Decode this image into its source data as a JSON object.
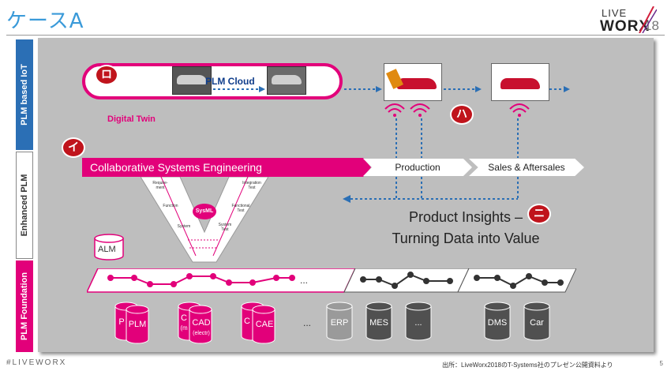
{
  "slide": {
    "title": "ケースA",
    "footer_tag": "#LIVEWORX",
    "source": "出所：LiveWorx2018のT-Systems社のプレゼン公開資料より",
    "page": "5"
  },
  "logo": {
    "live": "LIVE",
    "worx": "WORX",
    "year": "18"
  },
  "sidebar": {
    "top": "PLM based IoT",
    "middle": "Enhanced PLM",
    "bottom": "PLM Foundation"
  },
  "markers": {
    "ro": "ロ",
    "ha": "ハ",
    "i": "イ",
    "ni": "ニ"
  },
  "cloud": {
    "label": "PLM Cloud",
    "digital_twin": "Digital Twin"
  },
  "lifecycle": {
    "stage1": "Collaborative Systems Engineering",
    "stage2": "Production",
    "stage3": "Sales & Aftersales"
  },
  "insights": {
    "line1": "Product Insights –",
    "line2": "Turning Data into Value"
  },
  "vmodel": {
    "center": "SysML",
    "left1": "Require-ment",
    "left2": "Function",
    "left3": "System",
    "right1": "Integration Test",
    "right2": "Functional Test",
    "right3": "System Test"
  },
  "alm": "ALM",
  "systems": {
    "plm_cyl": [
      "P",
      "PLM"
    ],
    "cad_cyl": [
      "C",
      "(m",
      "CAD",
      "(electr)"
    ],
    "cae_cyl": [
      "C",
      "CAE"
    ],
    "ellipsis1": "...",
    "erp": "ERP",
    "mes": "MES",
    "ellipsis2": "...",
    "dms": "DMS",
    "car": "Car",
    "bar_ellipsis": "..."
  },
  "colors": {
    "magenta": "#e2007a",
    "blue": "#2b6fb5",
    "red_marker": "#c0141c",
    "panel": "#bebebe"
  }
}
